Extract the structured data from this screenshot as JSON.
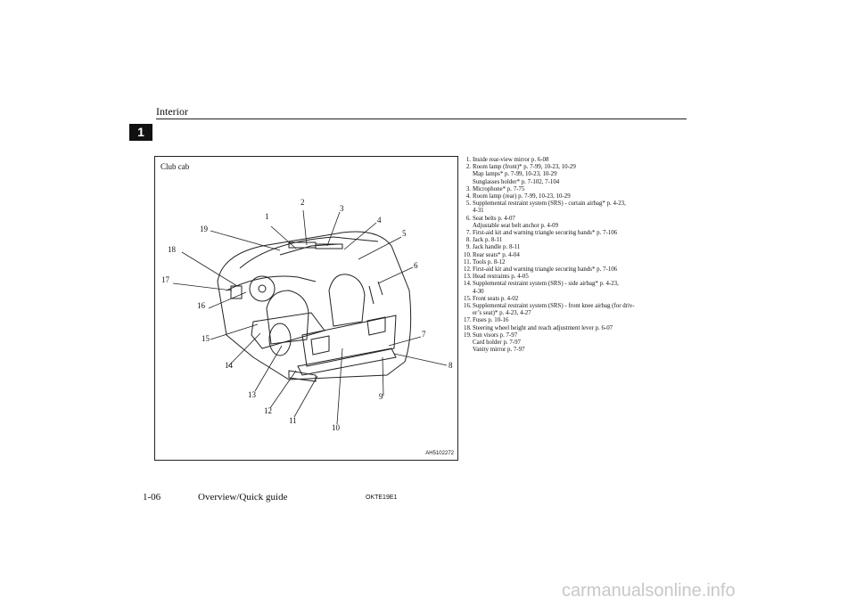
{
  "header": {
    "section_title": "Interior",
    "chapter_tab": "1"
  },
  "figure": {
    "caption": "Club cab",
    "code": "AH5102272",
    "callouts": [
      "1",
      "2",
      "3",
      "4",
      "5",
      "6",
      "7",
      "8",
      "9",
      "10",
      "11",
      "12",
      "13",
      "14",
      "15",
      "16",
      "17",
      "18",
      "19"
    ]
  },
  "legend": [
    {
      "num": "1.",
      "lines": [
        "Inside rear-view mirror p. 6-08"
      ]
    },
    {
      "num": "2.",
      "lines": [
        "Room lamp (front)* p. 7-99, 10-23, 10-29",
        "Map lamps* p. 7-99, 10-23, 10-29",
        "Sunglasses holder* p. 7-102, 7-104"
      ]
    },
    {
      "num": "3.",
      "lines": [
        "Microphone* p. 7-75"
      ]
    },
    {
      "num": "4.",
      "lines": [
        "Room lamp (rear) p. 7-99, 10-23, 10-29"
      ]
    },
    {
      "num": "5.",
      "lines": [
        "Supplemental restraint system (SRS) - curtain airbag* p. 4-23,",
        "4-31"
      ]
    },
    {
      "num": "6.",
      "lines": [
        "Seat belts p. 4-07",
        "Adjustable seat belt anchor p. 4-09"
      ]
    },
    {
      "num": "7.",
      "lines": [
        "First-aid kit and warning triangle securing bands* p. 7-106"
      ]
    },
    {
      "num": "8.",
      "lines": [
        "Jack p. 8-11"
      ]
    },
    {
      "num": "9.",
      "lines": [
        "Jack handle p. 8-11"
      ]
    },
    {
      "num": "10.",
      "lines": [
        "Rear seats* p. 4-04"
      ]
    },
    {
      "num": "11.",
      "lines": [
        "Tools p. 8-12"
      ]
    },
    {
      "num": "12.",
      "lines": [
        "First-aid kit and warning triangle securing bands* p. 7-106"
      ]
    },
    {
      "num": "13.",
      "lines": [
        "Head restraints p. 4-05"
      ]
    },
    {
      "num": "14.",
      "lines": [
        "Supplemental restraint system (SRS) - side airbag* p. 4-23,",
        "4-30"
      ]
    },
    {
      "num": "15.",
      "lines": [
        "Front seats p. 4-02"
      ]
    },
    {
      "num": "16.",
      "lines": [
        "Supplemental restraint system (SRS) - front knee airbag (for driv-",
        "er’s seat)* p. 4-23, 4-27"
      ]
    },
    {
      "num": "17.",
      "lines": [
        "Fuses p. 10-16"
      ]
    },
    {
      "num": "18.",
      "lines": [
        "Steering wheel height and reach adjustment lever p. 6-07"
      ]
    },
    {
      "num": "19.",
      "lines": [
        "Sun visors p. 7-97",
        "Card holder p. 7-97",
        "Vanity mirror p. 7-97"
      ]
    }
  ],
  "footer": {
    "page_number": "1-06",
    "section": "Overview/Quick guide",
    "doc_code": "OKTE19E1"
  },
  "watermark": "carmanualsonline.info"
}
